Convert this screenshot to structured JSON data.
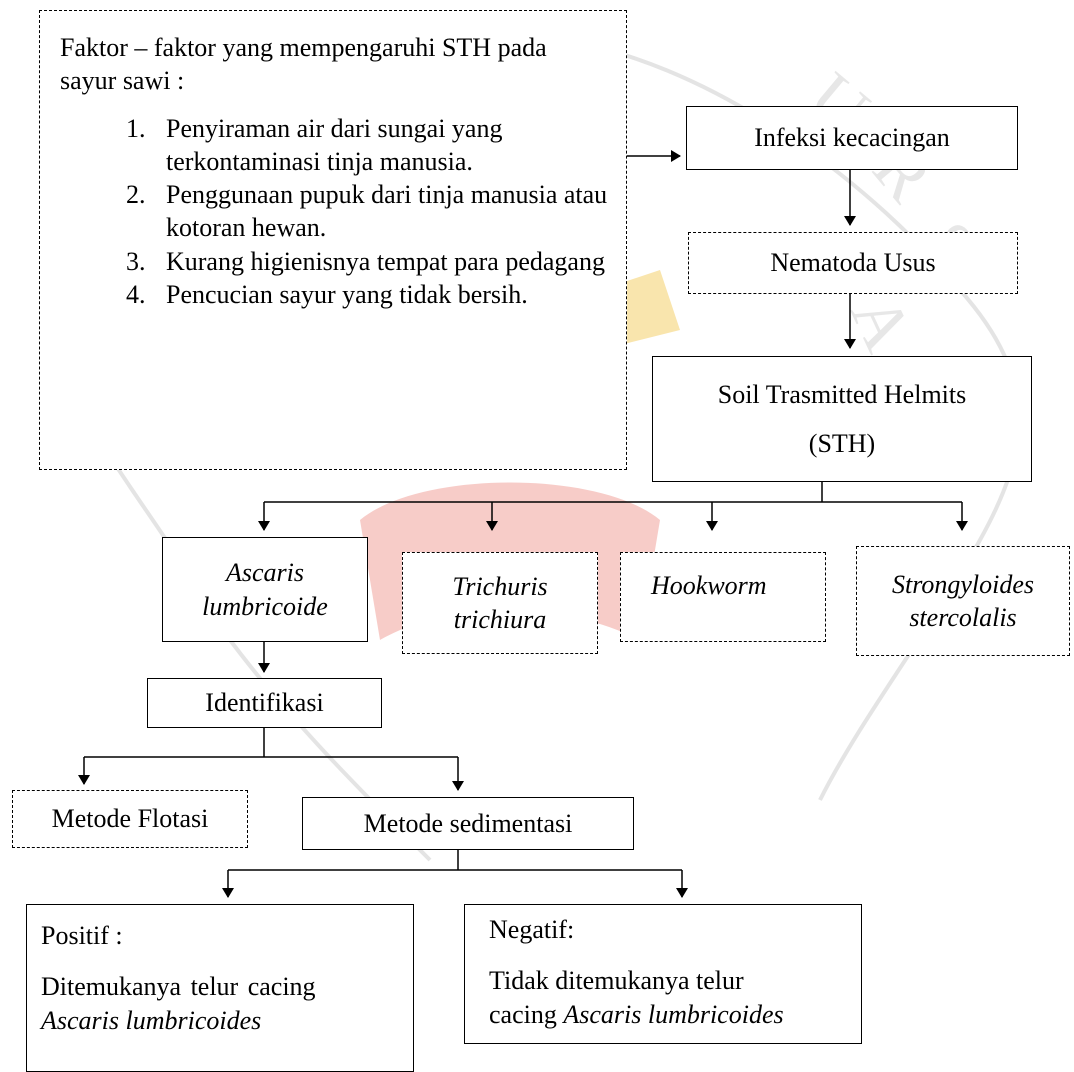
{
  "factors": {
    "title": "Faktor – faktor yang mempengaruhi STH pada sayur sawi :",
    "items": [
      "Penyiraman air dari sungai yang terkontaminasi tinja manusia.",
      "Penggunaan pupuk dari tinja manusia atau kotoran hewan.",
      "Kurang higienisnya tempat para pedagang",
      "Pencucian sayur yang tidak bersih."
    ]
  },
  "infeksi": "Infeksi kecacingan",
  "nematoda": "Nematoda Usus",
  "sth": {
    "line1": "Soil Trasmitted Helmits",
    "line2": "(STH)"
  },
  "species": {
    "ascaris": [
      "Ascaris",
      "lumbricoide"
    ],
    "trichuris": [
      "Trichuris",
      "trichiura"
    ],
    "hookworm": "Hookworm",
    "strongyloides": [
      "Strongyloides",
      "stercolalis"
    ]
  },
  "identifikasi": "Identifikasi",
  "flotasi": "Metode Flotasi",
  "sedimentasi": "Metode sedimentasi",
  "positif": {
    "heading": "Positif :",
    "text": "Ditemukanya telur cacing",
    "species": "Ascaris lumbricoides"
  },
  "negatif": {
    "heading": "Negatif:",
    "text_line1": "Tidak ditemukanya telur",
    "text_line2": "cacing",
    "species": "Ascaris lumbricoides"
  },
  "colors": {
    "line": "#000000",
    "watermark_red": "#e8675f",
    "watermark_yellow": "#f3cf58",
    "watermark_gray": "#c8c8c8"
  }
}
